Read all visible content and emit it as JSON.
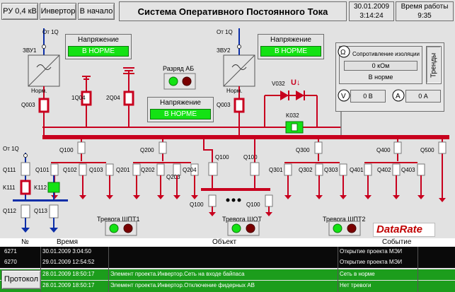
{
  "toolbar": {
    "ru_button": "РУ 0,4 кВ",
    "inverter_button": "Инвертор",
    "home_button": "В начало"
  },
  "title": "Система Оперативного Постоянного Тока",
  "datetime": {
    "date": "30.01.2009",
    "time": "3:14:24"
  },
  "uptime": {
    "label": "Время работы",
    "value": "9:35"
  },
  "zvu1": {
    "source": "От 1Q",
    "name": "ЗВУ1",
    "mode": "Норм.",
    "breaker": "Q003"
  },
  "zvu2": {
    "source": "От 1Q",
    "name": "ЗВУ2",
    "mode": "Норм.",
    "breaker": "Q003"
  },
  "voltage1": {
    "label": "Напряжение",
    "status": "В НОРМЕ"
  },
  "voltage2": {
    "label": "Напряжение",
    "status": "В НОРМЕ"
  },
  "voltage3": {
    "label": "Напряжение",
    "status": "В НОРМЕ"
  },
  "battery_discharge": {
    "label": "Разряд АБ"
  },
  "insulation": {
    "title": "Сопротивление изоляции",
    "value": "0 кОм",
    "status": "В норме",
    "trends_button": "Тренды"
  },
  "meters": {
    "volt_symbol": "V",
    "volt_value": "0 В",
    "amp_symbol": "A",
    "amp_value": "0 А",
    "omega_symbol": "Ω"
  },
  "diode": {
    "label": "V032",
    "switch": "K032"
  },
  "breakers_top": {
    "q1": "1Q04",
    "q2": "2Q04"
  },
  "feeders": {
    "groups": [
      "Q100",
      "Q200",
      "Q100",
      "Q100",
      "Q300",
      "Q400",
      "Q500"
    ],
    "left": [
      "Q101",
      "Q102",
      "Q103"
    ],
    "mid": [
      "Q201",
      "Q202",
      "Q203",
      "Q204"
    ],
    "right3": [
      "Q301",
      "Q302",
      "Q303"
    ],
    "right4": [
      "Q401",
      "Q402",
      "Q403"
    ],
    "bottom_a": "Q100",
    "bottom_b": "Q100"
  },
  "left_panel": {
    "source": "От 1Q",
    "q111": "Q111",
    "k111": "K111",
    "k112": "K112",
    "q112": "Q112",
    "q113": "Q113"
  },
  "alarms": {
    "shpt1": "Тревога ШПТ1",
    "shot": "Тревога ШОТ",
    "shpt2": "Тревога ШПТ2"
  },
  "brand": "DataRate",
  "colors": {
    "bus": "#c8001e",
    "ok_green": "#14e214",
    "alarm_red": "#7a0000",
    "dark_blue": "#0b2ea8"
  },
  "log": {
    "headers": {
      "num": "№",
      "time": "Время",
      "object": "Объект",
      "event": "Событие"
    },
    "protocol_button": "Протокол",
    "rows": [
      {
        "num": "6271",
        "time": "30.01.2009 3:04:50",
        "object": "",
        "event": "Открытие проекта МЭИ"
      },
      {
        "num": "6270",
        "time": "29.01.2009 12:54:52",
        "object": "",
        "event": "Открытие проекта МЭИ"
      },
      {
        "num": "",
        "time": "28.01.2009 18:50:17",
        "object": "Элемент проекта.Инвертор.Сеть на входе байпаса",
        "event": "Сеть в норме"
      },
      {
        "num": "",
        "time": "28.01.2009 18:50:17",
        "object": "Элемент проекта.Инвертор.Отключение фидерных АВ",
        "event": "Нет тревоги"
      }
    ]
  }
}
